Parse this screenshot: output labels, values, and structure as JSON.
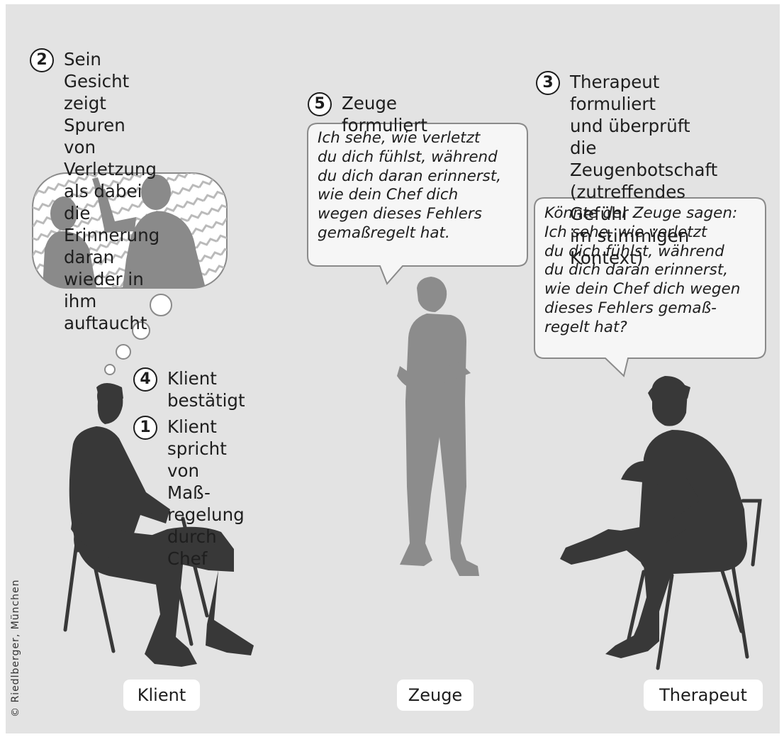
{
  "steps": [
    {
      "num": "2",
      "text": "Sein Gesicht zeigt\nSpuren von Verletzung\nals dabei die Erinnerung\ndaran wieder in ihm\nauftaucht"
    },
    {
      "num": "5",
      "text": "Zeuge formuliert"
    },
    {
      "num": "3",
      "text": "Therapeut formuliert\nund überprüft die\nZeugenbotschaft\n(zutreffendes Gefühl\nim stimmigen Kontext)"
    },
    {
      "num": "4",
      "text": "Klient bestätigt"
    },
    {
      "num": "1",
      "text": "Klient spricht von Maß-\nregelung durch Chef"
    }
  ],
  "bubbles": {
    "zeuge": "Ich sehe, wie verletzt\ndu dich fühlst, während\ndu dich daran erinnerst,\nwie dein Chef dich\nwegen dieses Fehlers\ngemaßregelt hat.",
    "therapeut": "Könnte der Zeuge sagen:\nIch sehe, wie verletzt\ndu dich fühlst, während\ndu dich daran erinnerst,\nwie dein Chef dich wegen\ndieses Fehlers gemaß-\nregelt hat?"
  },
  "labels": {
    "klient": "Klient",
    "zeuge": "Zeuge",
    "therapeut": "Therapeut"
  },
  "credit": "© Riedlberger, München",
  "colors": {
    "background": "#e3e3e3",
    "silhouette_dark": "#383838",
    "silhouette_witness": "#8c8c8c",
    "text": "#1e1e1e"
  }
}
